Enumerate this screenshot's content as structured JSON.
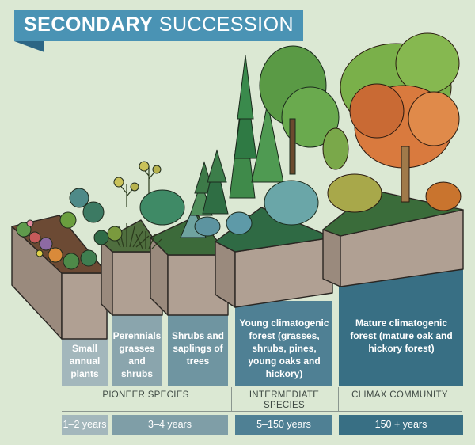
{
  "title": {
    "bold": "SECONDARY",
    "light": "SUCCESSION"
  },
  "stages": [
    {
      "label": "Small annual plants"
    },
    {
      "label": "Perennials grasses and shrubs"
    },
    {
      "label": "Shrubs and saplings of trees"
    },
    {
      "label": "Young climatogenic forest (grasses, shrubs, pines, young oaks and hickory)"
    },
    {
      "label": "Mature climatogenic forest (mature oak and hickory forest)"
    }
  ],
  "groups": [
    {
      "label": "PIONEER SPECIES"
    },
    {
      "label": "INTERMEDIATE SPECIES"
    },
    {
      "label": "CLIMAX COMMUNITY"
    }
  ],
  "durations": [
    {
      "label": "1–2 years"
    },
    {
      "label": "3–4 years"
    },
    {
      "label": "5–150 years"
    },
    {
      "label": "150 + years"
    }
  ],
  "colors": {
    "background": "#dbe8d3",
    "banner": "#4a93b4",
    "stage_1": "#a3b7bc",
    "stage_2": "#8aa5ad",
    "stage_3": "#6f95a1",
    "stage_4": "#4f8094",
    "stage_5": "#386f84",
    "soil_front": "#b0a093",
    "soil_side": "#9a8a7d"
  }
}
